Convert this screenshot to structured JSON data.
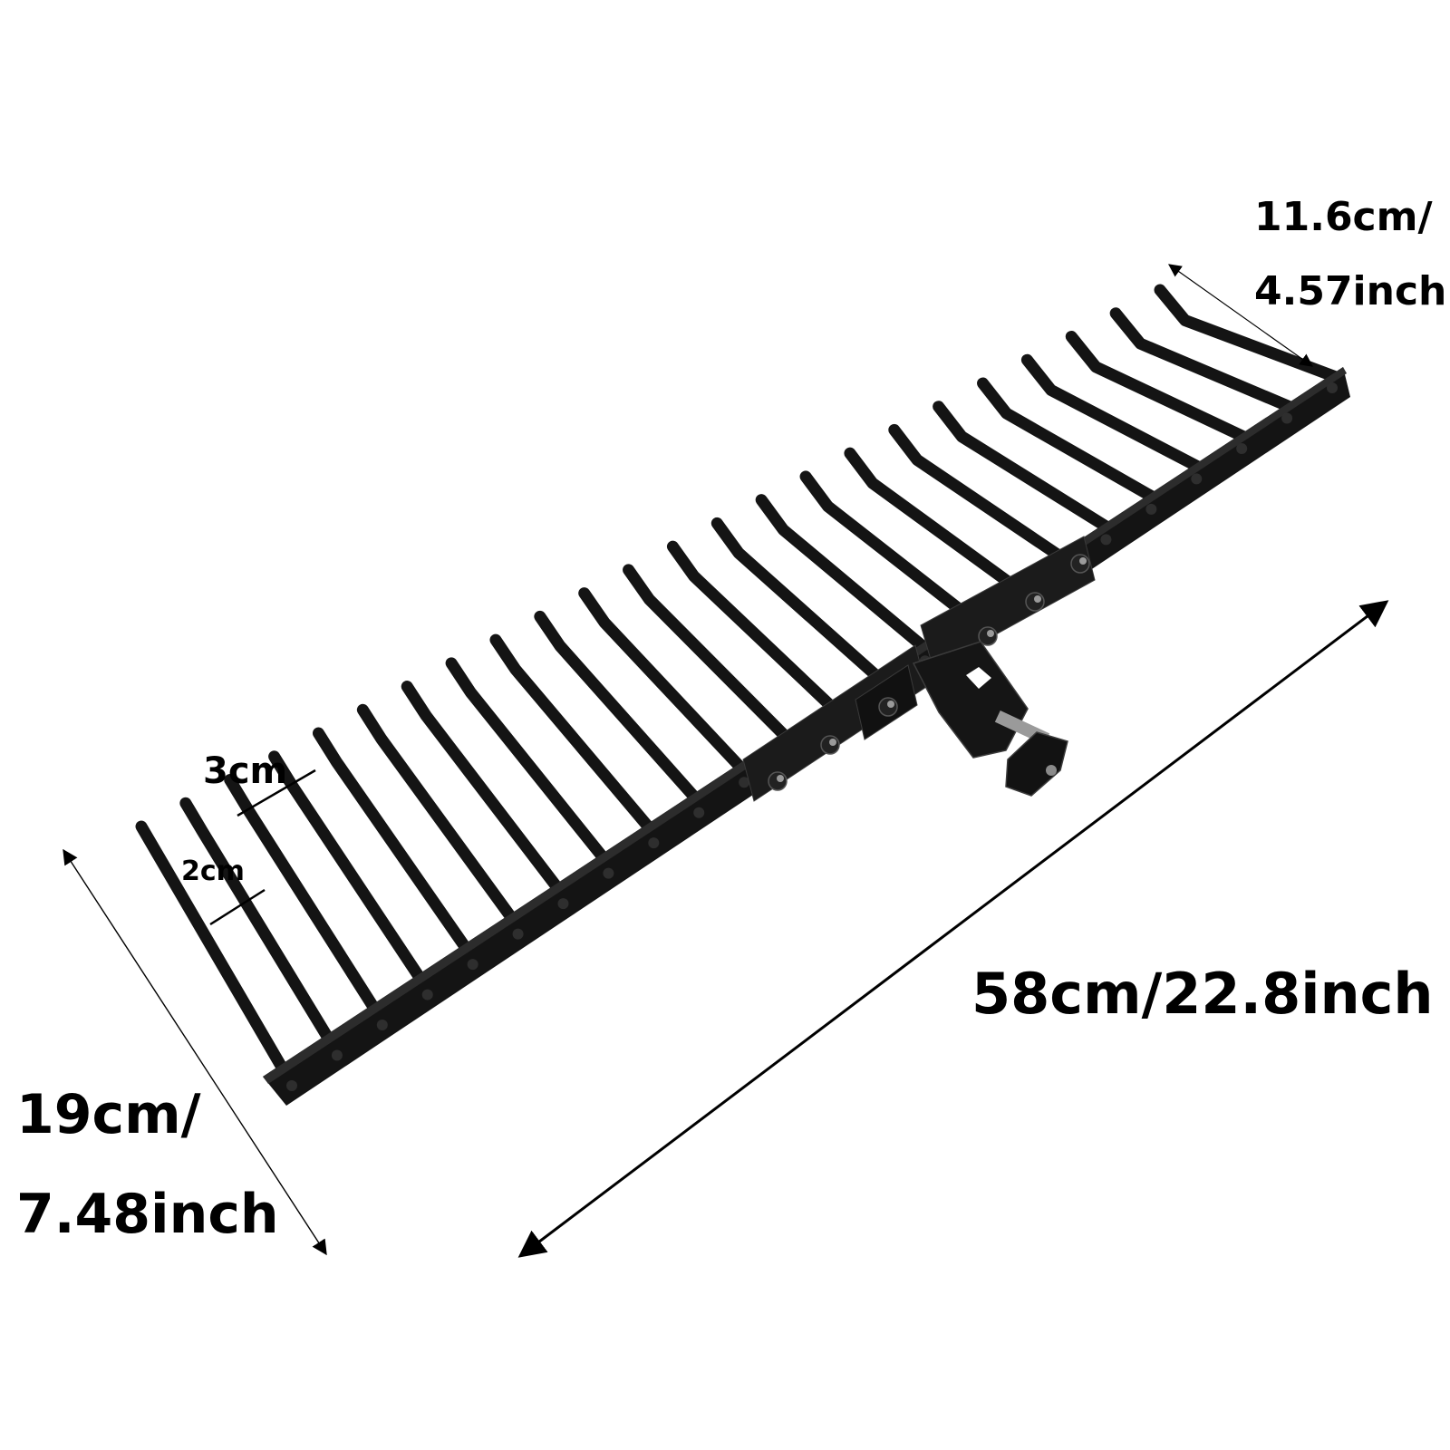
{
  "product": {
    "name": "rake-attachment",
    "color": "#141414",
    "tine_count": 24
  },
  "dimensions": {
    "tine_width_cm": "11.6cm/",
    "tine_width_inch": "4.57inch",
    "overall_length": "58cm/22.8inch",
    "depth_cm": "19cm/",
    "depth_inch": "7.48inch",
    "spacing_outer": "3cm",
    "spacing_inner": "2cm"
  }
}
